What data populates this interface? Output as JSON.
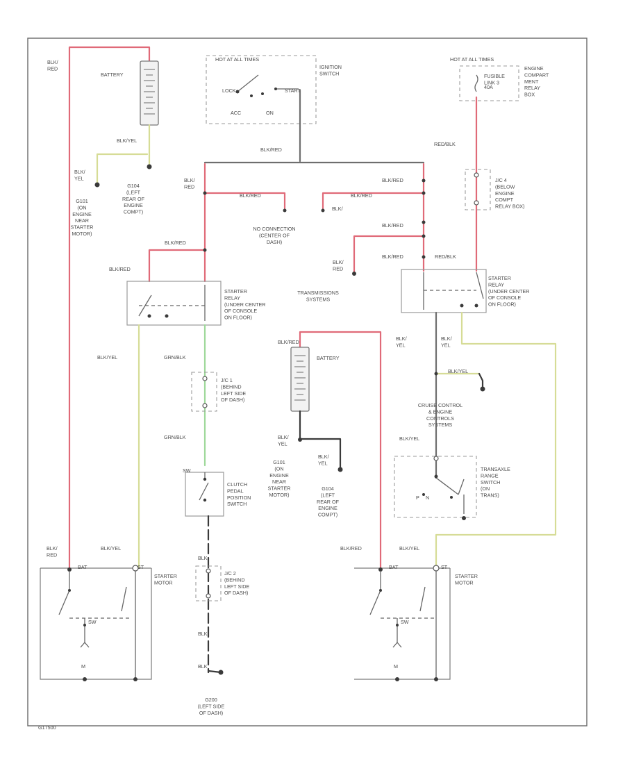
{
  "labels": {
    "blk_red_top": [
      "BLK/",
      "RED"
    ],
    "battery_top": "BATTERY",
    "blk_yel_batt": "BLK/YEL",
    "blk_yel_g": [
      "BLK/",
      "YEL"
    ],
    "g101": [
      "G101",
      "(ON",
      "ENGINE",
      "NEAR",
      "STARTER",
      "MOTOR)"
    ],
    "g104_top": [
      "G104",
      "(LEFT",
      "REAR OF",
      "ENGINE",
      "COMPT)"
    ],
    "hot_timer_top": "HOT AT ALL TIMES",
    "ign_lock": "LOCK",
    "ign_start": "START",
    "ign_acc": "ACC",
    "ign_on": "ON",
    "ignition_switch": [
      "IGNITION",
      "SWITCH"
    ],
    "blk_red_ign": "BLK/RED",
    "hot_timer_right": "HOT AT ALL TIMES",
    "fusible_link": [
      "FUSIBLE",
      "LINK 3"
    ],
    "fl_amp": "40A",
    "engine_compt_relay": [
      "ENGINE",
      "COMPART",
      "MENT",
      "RELAY",
      "BOX"
    ],
    "red_blk_1": "RED/BLK",
    "blk_red_left": [
      "BLK/",
      "RED"
    ],
    "blk_red_nc_l": "BLK/RED",
    "blk_red_nc_r": "BLK/RED",
    "blk_r_nc": "BLK/",
    "no_connection": [
      "NO CONNECTION",
      "(CENTER OF",
      "DASH)"
    ],
    "jc4": [
      "J/C 4",
      "(BELOW",
      "ENGINE",
      "COMPT",
      "RELAY BOX)"
    ],
    "blk_red_r2": "BLK/RED",
    "blk_red_r3": "BLK/RED",
    "blk_red_relay_l": "BLK/RED",
    "blk_red_relay_l2": "BLK/RED",
    "blk_red_trans": [
      "BLK/",
      "RED"
    ],
    "blk_red_r4": "BLK/RED",
    "red_blk_2": "RED/BLK",
    "starter_relay_l": [
      "STARTER",
      "RELAY",
      "(UNDER CENTER",
      "OF CONSOLE",
      "ON FLOOR)"
    ],
    "transmission_systems": [
      "TRANSMISSIONS",
      "SYSTEMS"
    ],
    "starter_relay_r": [
      "STARTER",
      "RELAY",
      "(UNDER CENTER",
      "OF CONSOLE",
      "ON FLOOR)"
    ],
    "blk_yel_l2": "BLK/YEL",
    "grn_blk_1": "GRN/BLK",
    "blk_red_batt2": "BLK/RED",
    "battery_mid": "BATTERY",
    "blk_yel_r1": [
      "BLK/",
      "YEL"
    ],
    "blk_yel_r2": [
      "BLK/",
      "YEL"
    ],
    "blk_yel_r3": "BLK/YEL",
    "jc1": [
      "J/C 1",
      "(BEHIND",
      "LEFT SIDE",
      "OF DASH)"
    ],
    "cruise_control": [
      "CRUISE CONTROL",
      "& ENGINE",
      "CONTROLS",
      "SYSTEMS"
    ],
    "grn_blk_2": "GRN/BLK",
    "blk_yel_mid": [
      "BLK/",
      "YEL"
    ],
    "blk_yel_g2": [
      "BLK/",
      "YEL"
    ],
    "blk_yel_r4": "BLK/YEL",
    "clutch_switch": [
      "CLUTCH",
      "PEDAL",
      "POSITION",
      "SWITCH"
    ],
    "clutch_sw_lbl": "SW",
    "g101_mid": [
      "G101",
      "(ON",
      "ENGINE",
      "NEAR",
      "STARTER",
      "MOTOR)"
    ],
    "g104_mid": [
      "G104",
      "(LEFT",
      "REAR OF",
      "ENGINE",
      "COMPT)"
    ],
    "transaxle": [
      "TRANSAXLE",
      "RANGE",
      "SWITCH",
      "(ON",
      "TRANS)"
    ],
    "trans_p": "P",
    "trans_n": "N",
    "blk_red_bot_l": [
      "BLK/",
      "RED"
    ],
    "blk_yel_bot_l": "BLK/YEL",
    "blk_1": "BLK",
    "blk_red_bot_r": "BLK/RED",
    "blk_yel_bot_r": "BLK/YEL",
    "starter_motor_l": [
      "STARTER",
      "MOTOR"
    ],
    "jc2": [
      "J/C 2",
      "(BEHIND",
      "LEFT SIDE",
      "OF DASH)"
    ],
    "starter_motor_r": [
      "STARTER",
      "MOTOR"
    ],
    "blk_2": "BLK",
    "blk_3": "BLK",
    "g200": [
      "G200",
      "(LEFT SIDE",
      "OF DASH)"
    ],
    "sm_sw_l": "SW",
    "sm_sw_r": "SW",
    "sm_m_l": "M",
    "sm_m_r": "M",
    "sm_bat_l": "BAT",
    "sm_bat_r": "BAT",
    "sm_st_l": "ST",
    "sm_st_r": "ST",
    "footer_code": "G17500"
  },
  "icons": {
    "battery": "battery-icon",
    "ground": "ground-icon",
    "relay": "relay-icon",
    "switch": "switch-icon",
    "connector": "connector-icon"
  },
  "wire_colors": {
    "red": "#e06a78",
    "yellow": "#d6dc96",
    "green": "#9ed89a",
    "black": "#3a3a3a"
  }
}
